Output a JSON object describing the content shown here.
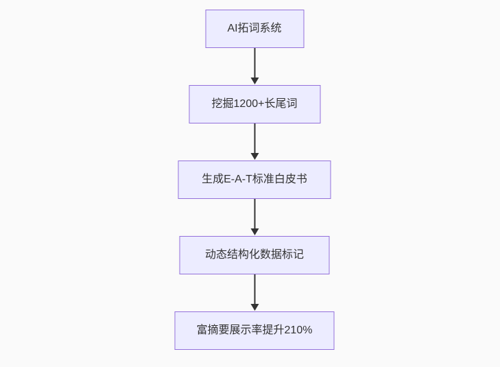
{
  "diagram": {
    "type": "flowchart-top-down",
    "background_color": "#fafafa",
    "node_fill_color": "#ECECFF",
    "node_border_color": "#9370DB",
    "node_text_color": "#333333",
    "arrow_color": "#333333",
    "nodes": [
      {
        "id": "n1",
        "label": "AI拓词系统"
      },
      {
        "id": "n2",
        "label": "挖掘1200+长尾词"
      },
      {
        "id": "n3",
        "label": "生成E-A-T标准白皮书"
      },
      {
        "id": "n4",
        "label": "动态结构化数据标记"
      },
      {
        "id": "n5",
        "label": "富摘要展示率提升210%"
      }
    ],
    "edges": [
      {
        "from": "n1",
        "to": "n2"
      },
      {
        "from": "n2",
        "to": "n3"
      },
      {
        "from": "n3",
        "to": "n4"
      },
      {
        "from": "n4",
        "to": "n5"
      }
    ]
  }
}
